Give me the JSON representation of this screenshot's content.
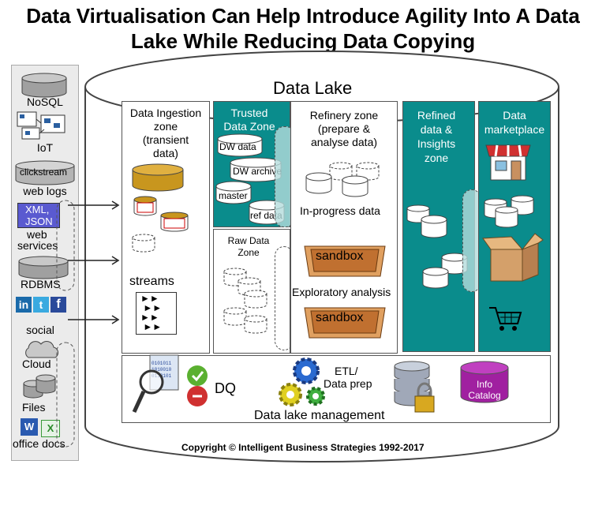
{
  "title_line1": "Data Virtualisation Can Help Introduce Agility Into A Data",
  "title_line2": "Lake While Reducing Data Copying",
  "lake_title": "Data Lake",
  "sources": {
    "nosql": "NoSQL",
    "iot": "IoT",
    "clickstream": "clickstream",
    "weblogs": "web logs",
    "xml": "XML,",
    "json": "JSON",
    "webservices1": "web",
    "webservices2": "services",
    "rdbms": "RDBMS",
    "social": "social",
    "cloud": "Cloud",
    "files": "Files",
    "officedocs": "office docs"
  },
  "ingestion": {
    "line1": "Data Ingestion",
    "line2": "zone",
    "line3": "(transient",
    "line4": "data)",
    "streams": "streams"
  },
  "trusted": {
    "line1": "Trusted",
    "line2": "Data Zone",
    "dw_data": "DW data",
    "dw_archive": "DW archive",
    "master": "master",
    "ref_data": "ref data"
  },
  "raw": {
    "line1": "Raw Data",
    "line2": "Zone"
  },
  "refinery": {
    "line1": "Refinery zone",
    "line2": "(prepare &",
    "line3": "analyse data)",
    "inprogress": "In-progress data",
    "sandbox": "sandbox",
    "exploratory": "Exploratory analysis"
  },
  "refined": {
    "line1": "Refined",
    "line2": "data &",
    "line3": "Insights",
    "line4": "zone"
  },
  "marketplace": {
    "line1": "Data",
    "line2": "marketplace"
  },
  "management": {
    "dq": "DQ",
    "etl1": "ETL/",
    "etl2": "Data prep",
    "info1": "Info",
    "info2": "Catalog",
    "label": "Data lake management"
  },
  "copyright": "Copyright © Intelligent Business Strategies 1992-2017",
  "colors": {
    "teal": "#0a8c8c",
    "gold": "#c8961e",
    "purple": "#a020a0",
    "gray": "#a0a0a0"
  }
}
